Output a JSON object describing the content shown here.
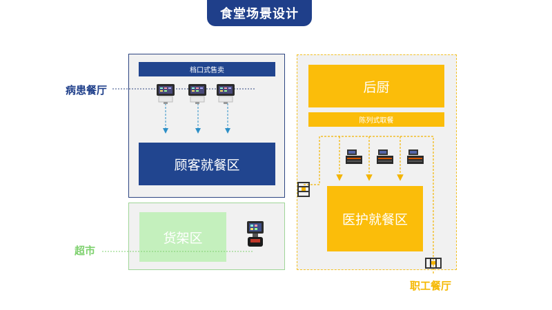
{
  "title": "食堂场景设计",
  "labels": {
    "ward_canteen": "病患餐厅",
    "supermarket": "超市",
    "staff_canteen": "职工餐厅"
  },
  "zones": {
    "stall_sales": "档口式售卖",
    "customer_dining": "顾客就餐区",
    "shelf_area": "货架区",
    "back_kitchen": "后厨",
    "display_pickup": "陈列式取餐",
    "medical_dining": "医护就餐区"
  },
  "colors": {
    "navy": "#21458f",
    "gold": "#fbbd0a",
    "green_light": "#c4f0bd",
    "green_label": "#7fd16f",
    "gold_label": "#f5b800",
    "arrow_blue": "#2c8fc7"
  },
  "icons": [
    "pos-terminal-icon",
    "pos-scanner-icon",
    "display-cabinet-icon",
    "turnstile-gate-icon"
  ]
}
